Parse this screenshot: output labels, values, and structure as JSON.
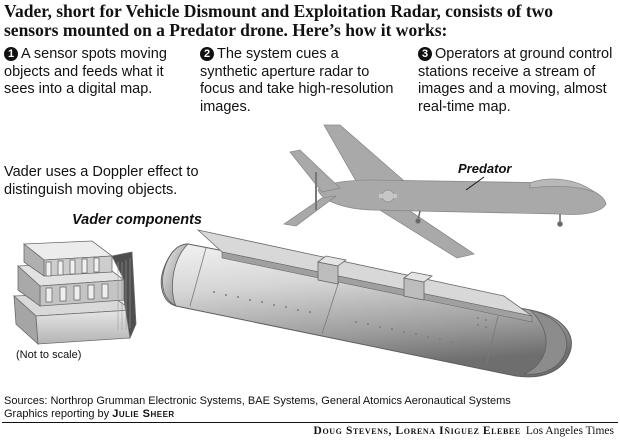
{
  "headline": "Vader, short for Vehicle Dismount and Exploitation Radar, consists of two sensors mounted on a Predator drone. Here’s how it works:",
  "steps": [
    {
      "num": "1",
      "text": "A sensor spots moving objects and feeds what it sees into a digital map."
    },
    {
      "num": "2",
      "text": "The system cues a synthetic aperture radar to focus and take high-resolution images."
    },
    {
      "num": "3",
      "text": "Operators at ground control stations receive a stream of images and a moving, almost real-time map."
    }
  ],
  "doppler_note": "Vader uses a Doppler effect to distinguish moving objects.",
  "components_label": "Vader components",
  "predator_label": "Predator",
  "scale_note": "(Not to scale)",
  "sources": "Sources: Northrop Grumman Electronic Systems, BAE Systems, General Atomics Aeronautical Systems",
  "graphics_prefix": "Graphics reporting by",
  "graphics_reporter": "Julie Sheer",
  "credit_names": "Doug Stevens, Lorena Iñiguez Elebee",
  "credit_paper": "Los Angeles Times",
  "icons": [
    "predator-drone-icon",
    "sensor-module-icon",
    "radar-pod-icon"
  ]
}
